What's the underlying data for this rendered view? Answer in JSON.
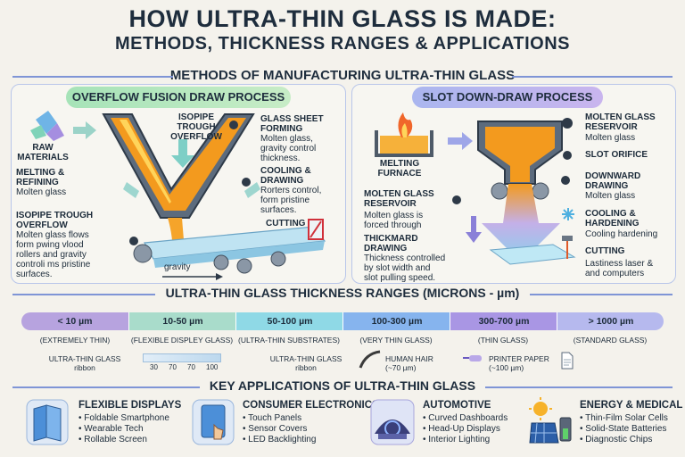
{
  "title": {
    "line1": "HOW ULTRA-THIN GLASS IS MADE:",
    "line2": "METHODS, THICKNESS RANGES & APPLICATIONS"
  },
  "methods": {
    "heading": "METHODS OF MANUFACTURING ULTRA-THIN GLASS",
    "overflow": {
      "pill": "OVERFLOW FUSION DRAW PROCESS",
      "raw_materials": "RAW\nMATERIALS",
      "melting_refining": "MELTING &\nREFINING",
      "molten_glass": "Molten glass",
      "isopipe_top": "ISOPIPE\nTROUGH\nOVERFLOW",
      "glass_sheet_title": "GLASS SHEET\nFORMING",
      "glass_sheet_text": "Molten glass,\ngravity control\nthickness.",
      "cooling_title": "COOLING &\nDRAWING",
      "cooling_text": "Rorters control,\nform pristine\nsurfaces.",
      "isopipe_left_title": "ISOPIPE TROUGH\nOVERFLOW",
      "isopipe_left_text": "Molten glass flows\nform pwing vlood\nrollers and gravity\ncontroli ms pristine\nsurfaces.",
      "cutting": "CUTTING",
      "gravity": "gravity"
    },
    "slot": {
      "pill": "SLOT DOWN-DRAW PROCESS",
      "melting_furnace": "MELTING\nFURNACE",
      "reservoir_title": "MOLTEN GLASS\nRESERVOIR",
      "reservoir_text": "Molten glass is\nforced through",
      "thickmard_title": "THICKMARD\nDRAWING",
      "thickmard_text": "Thickness controlled\nby slot width and\nslot pulling speed.",
      "r_reservoir_title": "MOLTEN GLASS\nRESERVOIR",
      "r_reservoir_text": "Molten glass",
      "slot_orifice": "SLOT ORIFICE",
      "downward_title": "DOWNWARD\nDRAWING",
      "downward_text": "Molten glass",
      "cooling_title": "COOLING &\nHARDENING",
      "cooling_text": "Cooling hardening",
      "cutting_title": "CUTTING",
      "cutting_text": "Lastiness laser &\nand computers"
    }
  },
  "thickness": {
    "heading": "ULTRA-THIN GLASS THICKNESS RANGES (MICRONS - µm)",
    "segments": [
      {
        "range": "< 10 µm",
        "label": "(EXTREMELY THIN)",
        "color": "#b7a3df"
      },
      {
        "range": "10-50 µm",
        "label": "(FLEXIBLE DISPLEY GLASS)",
        "color": "#a9dccb"
      },
      {
        "range": "50-100 µm",
        "label": "(ULTRA-THIN SUBSTRATES)",
        "color": "#8fd9e6"
      },
      {
        "range": "100-300 µm",
        "label": "(VERY THIN GLASS)",
        "color": "#86b4ee"
      },
      {
        "range": "300-700 µm",
        "label": "(THIN GLASS)",
        "color": "#a996e4"
      },
      {
        "range": "> 1000 µm",
        "label": "(STANDARD GLASS)",
        "color": "#b6b9ee"
      }
    ],
    "ribbon_label": "ULTRA-THIN GLASS\nribbon",
    "scale_ticks": [
      "30",
      "70",
      "70",
      "100"
    ],
    "ribbon_label2": "ULTRA-THIN GLASS\nribbon",
    "hair_label": "HUMAN HAIR\n(~70 µm)",
    "paper_label": "PRINTER PAPER\n(~100 µm)"
  },
  "applications": {
    "heading": "KEY APPLICATIONS OF ULTRA-THIN GLASS",
    "items": [
      {
        "title": "FLEXIBLE DISPLAYS",
        "bullets": [
          "• Foldable Smartphone",
          "• Wearable Tech",
          "• Rollable Screen"
        ]
      },
      {
        "title": "CONSUMER ELECTRONICS",
        "bullets": [
          "• Touch Panels",
          "• Sensor Covers",
          "• LED Backlighting"
        ]
      },
      {
        "title": "AUTOMOTIVE",
        "bullets": [
          "• Curved Dashboards",
          "• Head-Up Displays",
          "• Interior Lighting"
        ]
      },
      {
        "title": "ENERGY & MEDICAL",
        "bullets": [
          "• Thin-Film Solar Cells",
          "• Solid-State Batteries",
          "• Diagnostic Chips"
        ]
      }
    ]
  },
  "colors": {
    "molten": "#f39a1e",
    "accent_blue": "#7f95d6",
    "pill_green": "#9fdcb4",
    "pill_purple": "#b7a7ec"
  }
}
